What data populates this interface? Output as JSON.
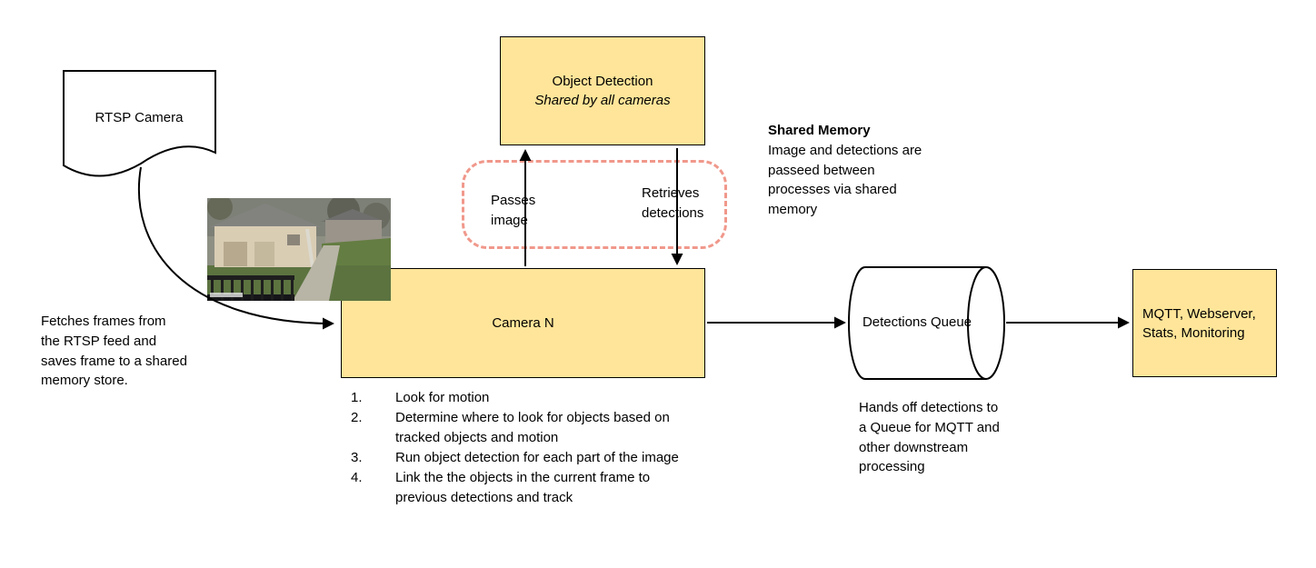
{
  "nodes": {
    "rtsp_camera": {
      "label": "RTSP Camera"
    },
    "object_detection": {
      "title": "Object Detection",
      "subtitle": "Shared by all cameras"
    },
    "camera_n": {
      "label": "Camera N"
    },
    "detections_queue": {
      "label": "Detections Queue"
    },
    "outputs": {
      "label": "MQTT, Webserver, Stats, Monitoring"
    }
  },
  "edges": {
    "passes_image": "Passes image",
    "retrieves_detections": "Retrieves detections"
  },
  "annotations": {
    "fetch_note": "Fetches frames from the RTSP feed and saves frame to a shared memory store.",
    "shared_memory_title": "Shared Memory",
    "shared_memory_body": "Image and detections are passeed between processes via shared memory",
    "queue_note": "Hands off detections to a Queue for MQTT and other downstream processing"
  },
  "camera_steps": [
    {
      "num": "1.",
      "text": "Look for motion"
    },
    {
      "num": "2.",
      "text": "Determine where to look for objects based on tracked objects and motion"
    },
    {
      "num": "3.",
      "text": "Run object detection for each part of the image"
    },
    {
      "num": "4.",
      "text": "Link the the objects in the current frame to previous detections and track"
    }
  ],
  "colors": {
    "node_fill": "#ffe599",
    "node_border": "#000000",
    "shared_memory_outline": "#f0988b",
    "arrow": "#000000"
  }
}
